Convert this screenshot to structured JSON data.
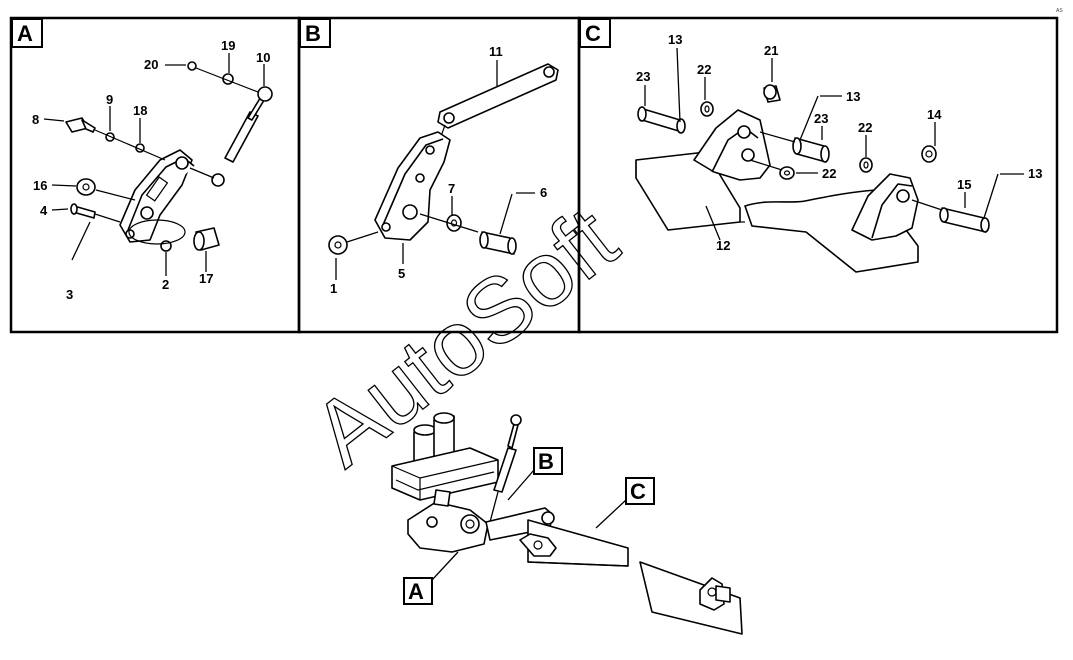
{
  "panels": [
    {
      "label": "A"
    },
    {
      "label": "B"
    },
    {
      "label": "C"
    }
  ],
  "panelA_callouts": [
    "20",
    "19",
    "10",
    "8",
    "9",
    "18",
    "16",
    "4",
    "3",
    "2",
    "17"
  ],
  "panelB_callouts": [
    "11",
    "7",
    "6",
    "1",
    "5"
  ],
  "panelC_callouts": [
    "13",
    "22",
    "21",
    "23",
    "13",
    "23",
    "22",
    "14",
    "22",
    "15",
    "13",
    "12"
  ],
  "overview_labels": [
    "B",
    "C",
    "A"
  ],
  "watermark": "AutoSoft",
  "corner_mark": "AS"
}
